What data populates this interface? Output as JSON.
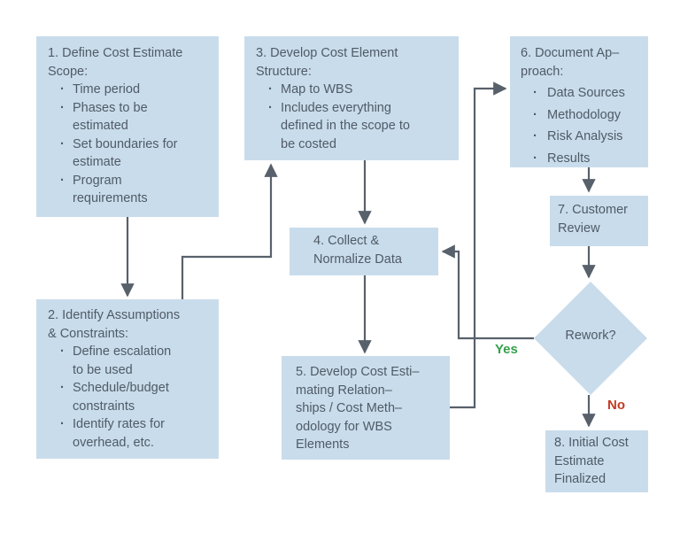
{
  "box1": {
    "title": "1. Define Cost Estimate\nScope:",
    "items": [
      "Time period",
      "Phases to be\nestimated",
      "Set boundaries for\nestimate",
      "Program\nrequirements"
    ]
  },
  "box2": {
    "title": "2. Identify Assumptions\n& Constraints:",
    "items": [
      "Define escalation\nto be used",
      "Schedule/budget\nconstraints",
      "Identify rates for\noverhead, etc."
    ]
  },
  "box3": {
    "title": "3. Develop Cost Element\nStructure:",
    "items": [
      "Map to WBS",
      "Includes everything\ndefined in the scope to\nbe costed"
    ]
  },
  "box4": {
    "title": "4. Collect &\nNormalize Data"
  },
  "box5": {
    "title": "5. Develop Cost Esti–\nmating Relation–\nships / Cost Meth–\nodology for WBS\nElements"
  },
  "box6": {
    "title": "6. Document Ap–\nproach:",
    "items": [
      "Data Sources",
      "Methodology",
      "Risk Analysis",
      "Results"
    ]
  },
  "box7": {
    "title": "7. Customer\nReview"
  },
  "decision": {
    "label": "Rework?",
    "yes_label": "Yes",
    "no_label": "No"
  },
  "box8": {
    "title": "8. Initial Cost\nEstimate\nFinalized"
  },
  "colors": {
    "box_fill": "#c9dceb",
    "arrow": "#58616b",
    "text": "#4f5b66",
    "yes": "#35a04a",
    "no": "#c23a22"
  }
}
